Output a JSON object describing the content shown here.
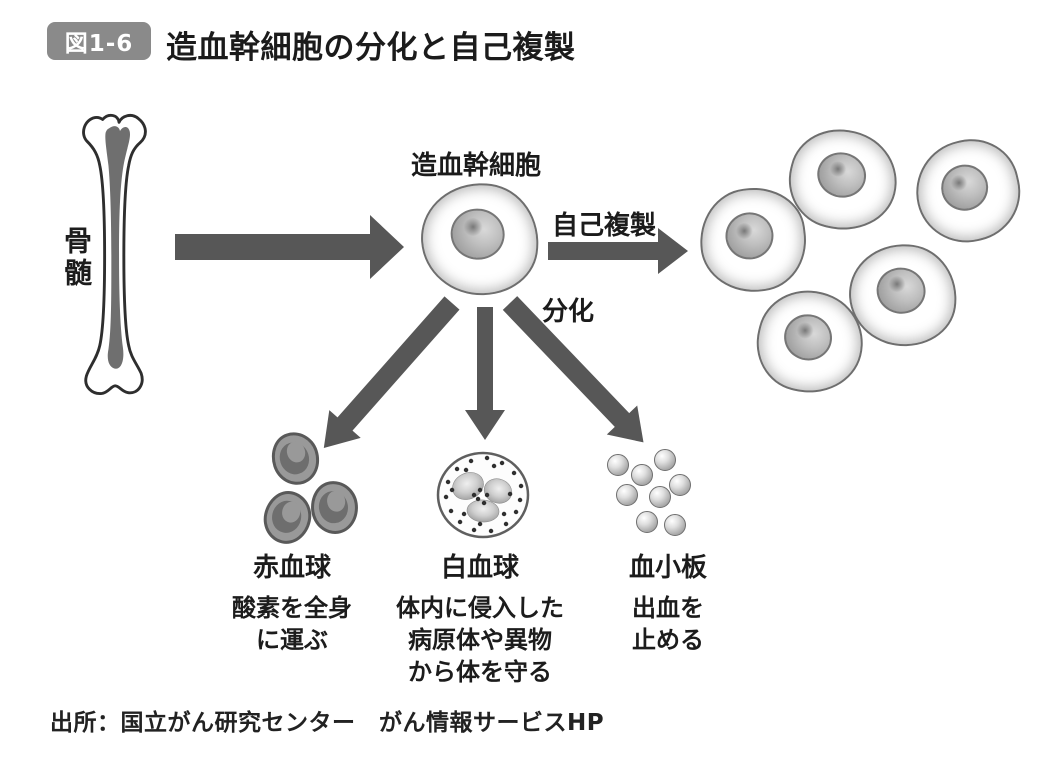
{
  "figure": {
    "badge_label": "図1-6",
    "title": "造血幹細胞の分化と自己複製"
  },
  "diagram": {
    "bone_label": "骨髄",
    "stem_cell_label": "造血幹細胞",
    "self_replication_label": "自己複製",
    "differentiation_label": "分化",
    "cell_types": [
      {
        "name": "赤血球",
        "desc_lines": [
          "酸素を全身",
          "に運ぶ"
        ]
      },
      {
        "name": "白血球",
        "desc_lines": [
          "体内に侵入した",
          "病原体や異物",
          "から体を守る"
        ]
      },
      {
        "name": "血小板",
        "desc_lines": [
          "出血を",
          "止める"
        ]
      }
    ]
  },
  "source": "出所：国立がん研究センター　がん情報サービスHP",
  "colors": {
    "arrow": "#575757",
    "badge_bg": "#8a8a8a",
    "text": "#1c1c1c",
    "bone_marrow": "#6f6f6f",
    "cell_outline": "#6e6e6e"
  }
}
